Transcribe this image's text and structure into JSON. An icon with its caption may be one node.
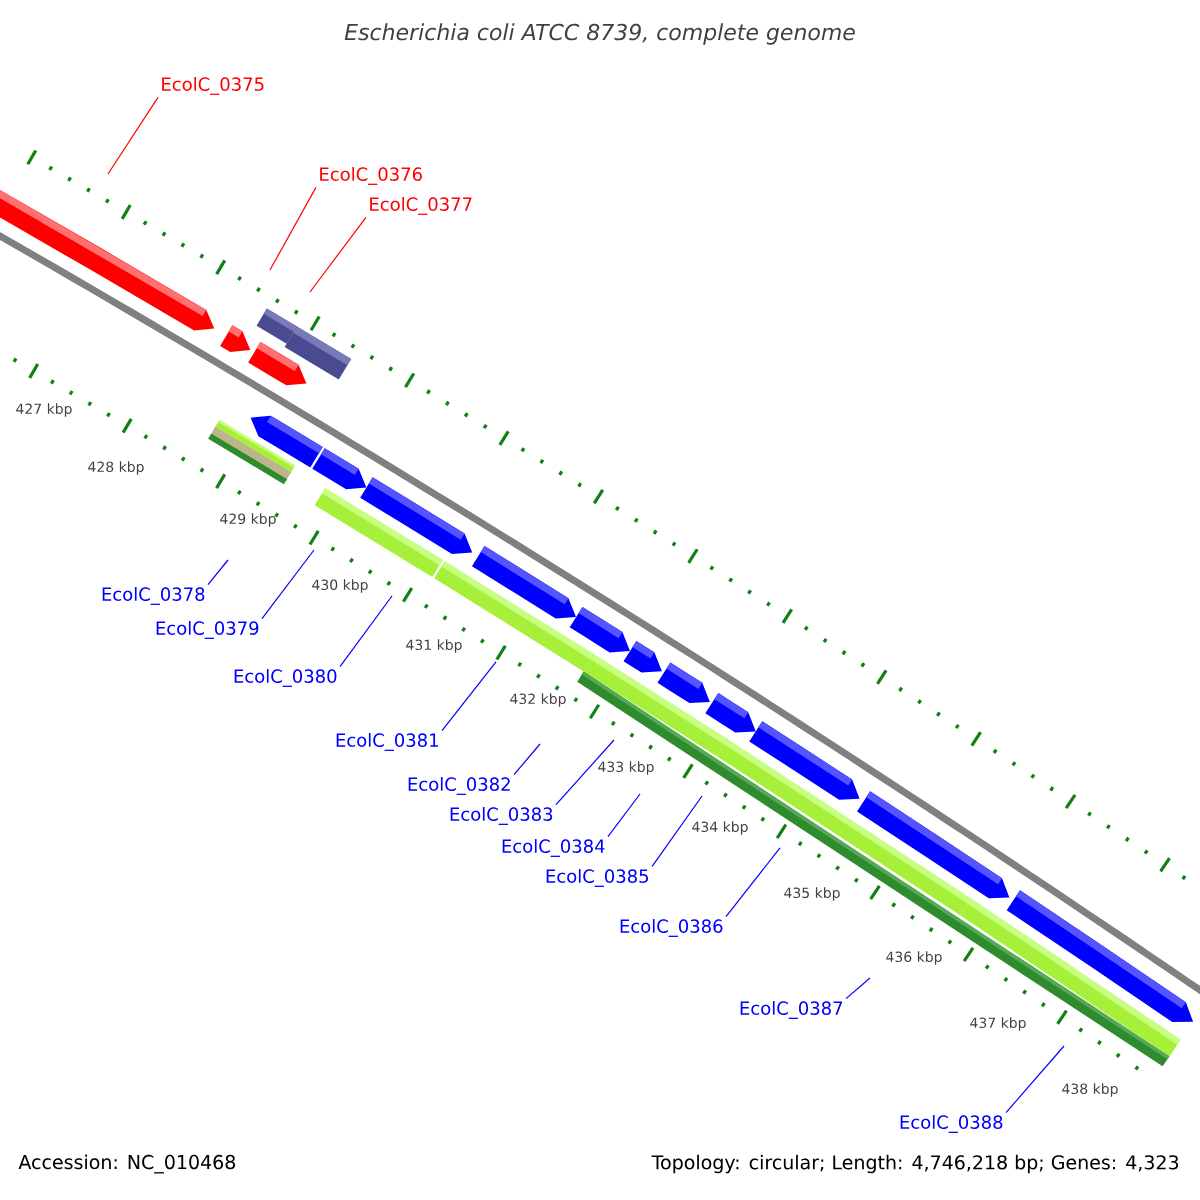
{
  "diagram": {
    "title": "Escherichia coli ATCC 8739, complete genome",
    "nodes": [
      {
        "text": [
          "EcolC_0375"
        ]
      },
      {
        "text": [
          "EcolC_0376"
        ]
      },
      {
        "text": [
          "EcolC_0377"
        ]
      },
      {
        "text": [
          "EcolC_0378"
        ]
      },
      {
        "text": [
          "EcolC_0379"
        ]
      },
      {
        "text": [
          "EcolC_0380"
        ]
      },
      {
        "text": [
          "EcolC_0381"
        ]
      },
      {
        "text": [
          "EcolC_0382"
        ]
      },
      {
        "text": [
          "EcolC_0383"
        ]
      },
      {
        "text": [
          "EcolC_0384"
        ]
      },
      {
        "text": [
          "EcolC_0385"
        ]
      },
      {
        "text": [
          "EcolC_0386"
        ]
      },
      {
        "text": [
          "EcolC_0387"
        ]
      },
      {
        "text": [
          "EcolC_0388"
        ]
      }
    ],
    "edges": [
      {
        "from": 0,
        "to": null,
        "arrow": "none",
        "color": "#ff0000"
      },
      {
        "from": 1,
        "to": null,
        "arrow": "none",
        "color": "#ff0000"
      },
      {
        "from": 2,
        "to": null,
        "arrow": "none",
        "color": "#ff0000"
      },
      {
        "from": 3,
        "to": null,
        "arrow": "none"
      },
      {
        "from": 4,
        "to": null,
        "arrow": "none"
      },
      {
        "from": 5,
        "to": null,
        "arrow": "none"
      },
      {
        "from": 6,
        "to": null,
        "arrow": "none"
      },
      {
        "from": 7,
        "to": null,
        "arrow": "none"
      },
      {
        "from": 8,
        "to": null,
        "arrow": "none"
      },
      {
        "from": 9,
        "to": null,
        "arrow": "none"
      },
      {
        "from": 10,
        "to": null,
        "arrow": "none"
      },
      {
        "from": 11,
        "to": null,
        "arrow": "none"
      },
      {
        "from": 12,
        "to": null,
        "arrow": "none"
      },
      {
        "from": 13,
        "to": null,
        "arrow": "none"
      }
    ],
    "labels": [
      "427 kbp",
      "428 kbp",
      "429 kbp",
      "430 kbp",
      "431 kbp",
      "432 kbp",
      "433 kbp",
      "434 kbp",
      "435 kbp",
      "436 kbp",
      "437 kbp",
      "438 kbp",
      "Accession: NC_010468",
      "Topology: circular; Length: 4,746,218 bp; Genes: 4,323"
    ]
  }
}
